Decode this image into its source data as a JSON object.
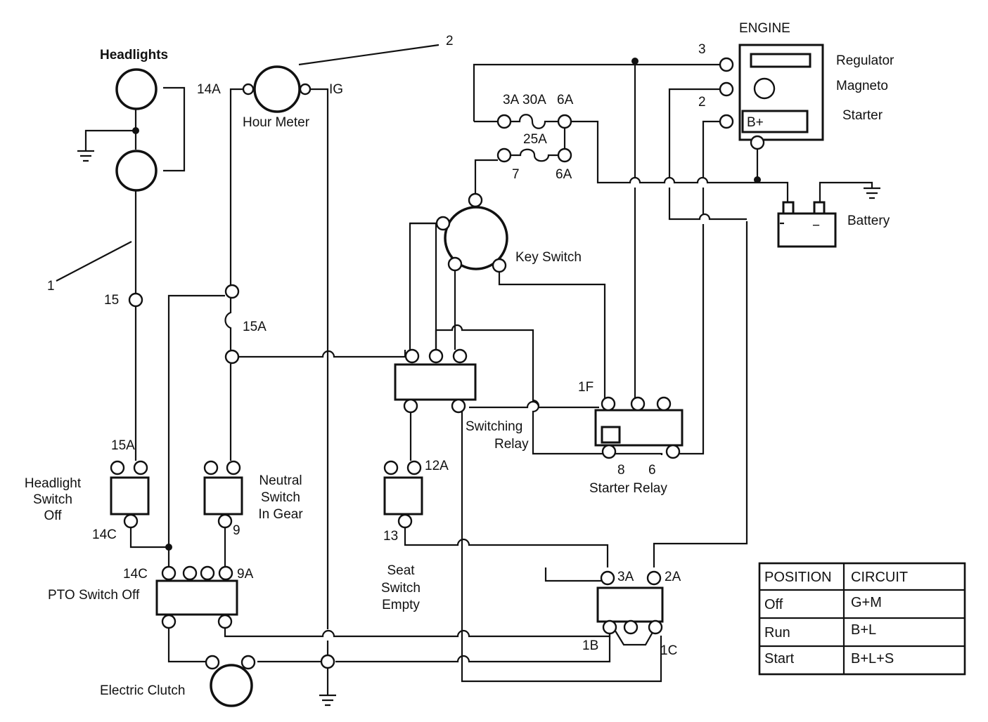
{
  "components": {
    "headlights": "Headlights",
    "hour_meter": "Hour Meter",
    "engine": "ENGINE",
    "regulator": "Regulator",
    "magneto": "Magneto",
    "starter": "Starter",
    "b_plus": "B+",
    "battery": "Battery",
    "battery_minus": "−",
    "key_switch": "Key Switch",
    "switching_relay_1": "Switching",
    "switching_relay_2": "Relay",
    "starter_relay": "Starter Relay",
    "headlight_switch_1": "Headlight",
    "headlight_switch_2": "Switch",
    "headlight_switch_3": "Off",
    "neutral_switch_1": "Neutral",
    "neutral_switch_2": "Switch",
    "neutral_switch_3": "In Gear",
    "seat_switch_1": "Seat",
    "seat_switch_2": "Switch",
    "seat_switch_3": "Empty",
    "pto_switch": "PTO Switch Off",
    "electric_clutch": "Electric Clutch"
  },
  "wire_labels": {
    "w14A": "14A",
    "wIG": "IG",
    "w3": "3",
    "w2": "2",
    "w3A": "3A",
    "w30A": "30A",
    "w6A_top": "6A",
    "w25A": "25A",
    "w7": "7",
    "w6A_bot": "6A",
    "w15": "15",
    "w15A_mid": "15A",
    "w1F": "1F",
    "w15A_sw": "15A",
    "w12A": "12A",
    "w8": "8",
    "w6": "6",
    "w9": "9",
    "w14C_a": "14C",
    "w13": "13",
    "w14C_b": "14C",
    "w9A": "9A",
    "w3A_relay": "3A",
    "w2A": "2A",
    "w1B": "1B",
    "w1C": "1C"
  },
  "callouts": {
    "c1": "1",
    "c2": "2"
  },
  "table": {
    "headers": [
      "POSITION",
      "CIRCUIT"
    ],
    "rows": [
      [
        "Off",
        "G+M"
      ],
      [
        "Run",
        "B+L"
      ],
      [
        "Start",
        "B+L+S"
      ]
    ]
  }
}
